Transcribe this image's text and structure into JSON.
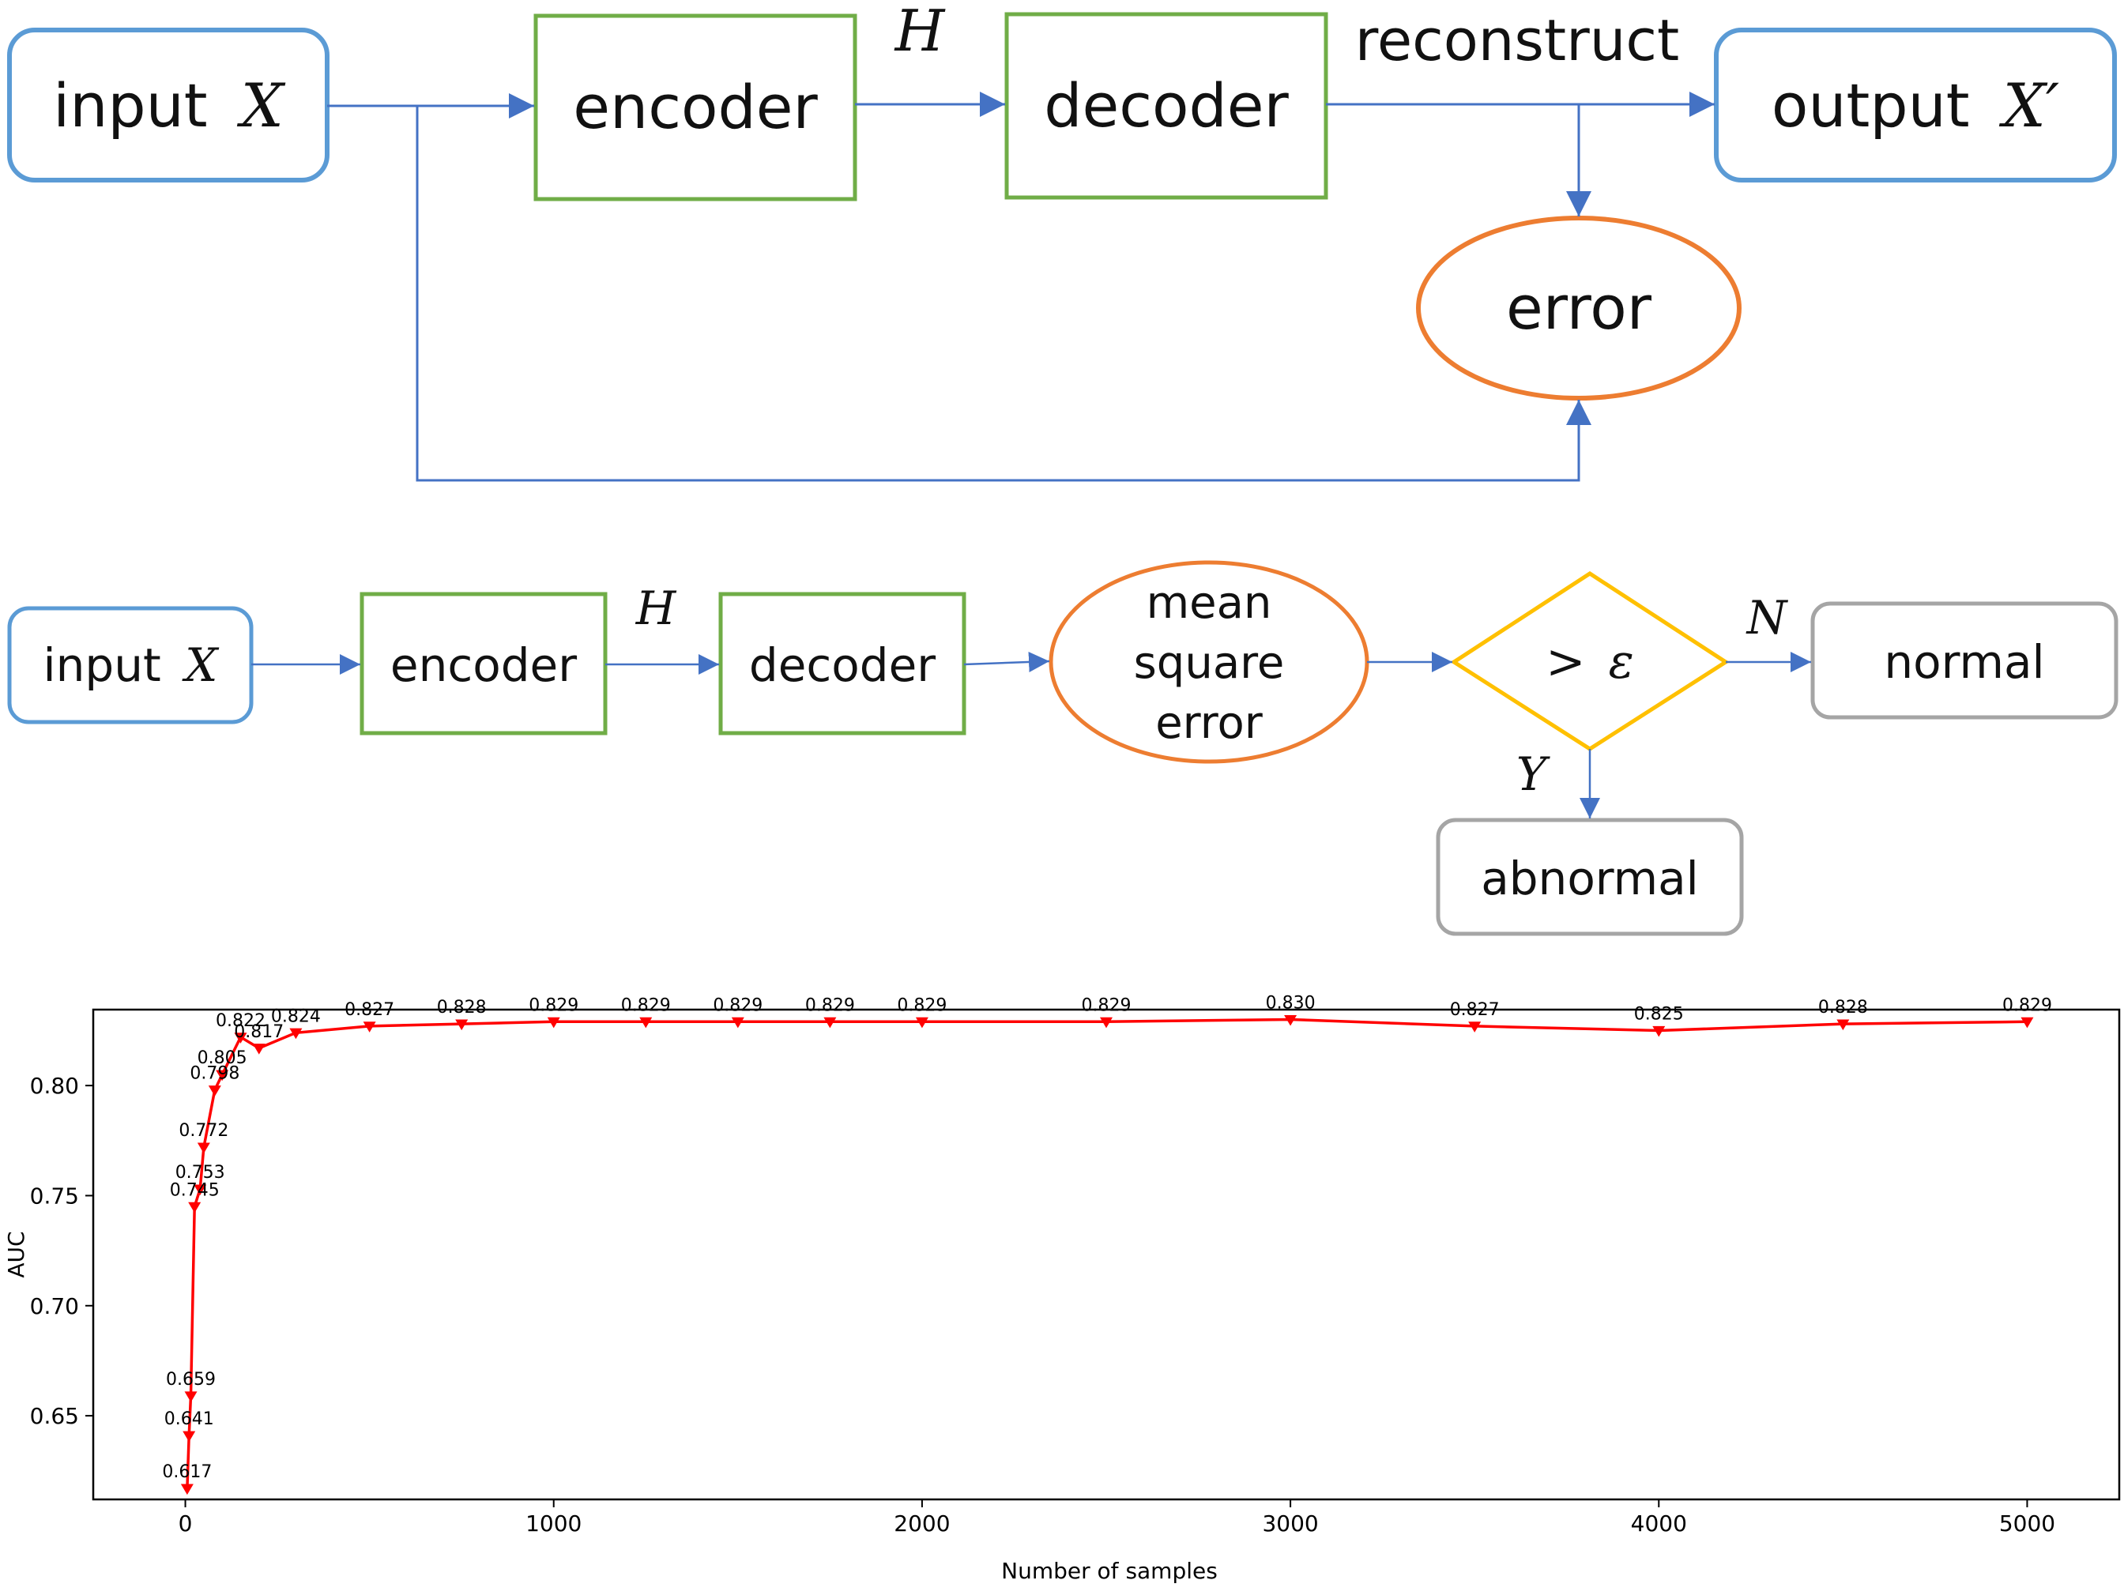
{
  "diagram1": {
    "input": {
      "text": "input",
      "var": "X"
    },
    "encoder": "encoder",
    "decoder": "decoder",
    "latent": "H",
    "reconstruct": "reconstruct",
    "output": {
      "text": "output",
      "var": "X′"
    },
    "error": "error"
  },
  "diagram2": {
    "input": {
      "text": "input",
      "var": "X"
    },
    "encoder": "encoder",
    "decoder": "decoder",
    "latent": "H",
    "mse": [
      "mean",
      "square",
      "error"
    ],
    "decision": {
      "op": ">",
      "sym": "ε"
    },
    "no_label": "N",
    "yes_label": "Y",
    "normal": "normal",
    "abnormal": "abnormal"
  },
  "colors": {
    "blue": "#5B9BD5",
    "green": "#70AD47",
    "orange": "#ED7D31",
    "yellow": "#FFC000",
    "gray": "#A5A5A5",
    "arrow": "#4472C4",
    "line": "#FF0000"
  },
  "chart_data": {
    "type": "line",
    "xlabel": "Number of samples",
    "ylabel": "AUC",
    "xlim": [
      -250,
      5250
    ],
    "ylim": [
      0.612,
      0.8345
    ],
    "xticks": [
      0,
      1000,
      2000,
      3000,
      4000,
      5000
    ],
    "yticks": [
      0.65,
      0.7,
      0.75,
      0.8
    ],
    "ytick_labels": [
      "0.65",
      "0.70",
      "0.75",
      "0.80"
    ],
    "grid": false,
    "marker": "triangle-down",
    "series": [
      {
        "x": [
          5,
          10,
          15,
          25,
          40,
          50,
          80,
          100,
          150,
          200,
          300,
          500,
          750,
          1000,
          1250,
          1500,
          1750,
          2000,
          2500,
          3000,
          3500,
          4000,
          4500,
          5000
        ],
        "y": [
          0.617,
          0.641,
          0.659,
          0.745,
          0.753,
          0.772,
          0.798,
          0.805,
          0.822,
          0.817,
          0.824,
          0.827,
          0.828,
          0.829,
          0.829,
          0.829,
          0.829,
          0.829,
          0.829,
          0.83,
          0.827,
          0.825,
          0.828,
          0.829
        ],
        "labels": [
          "0.617",
          "0.641",
          "0.659",
          "0.745",
          "0.753",
          "0.772",
          "0.798",
          "0.805",
          "0.822",
          "0.817",
          "0.824",
          "0.827",
          "0.828",
          "0.829",
          "0.829",
          "0.829",
          "0.829",
          "0.829",
          "0.829",
          "0.830",
          "0.827",
          "0.825",
          "0.828",
          "0.829"
        ]
      }
    ]
  }
}
